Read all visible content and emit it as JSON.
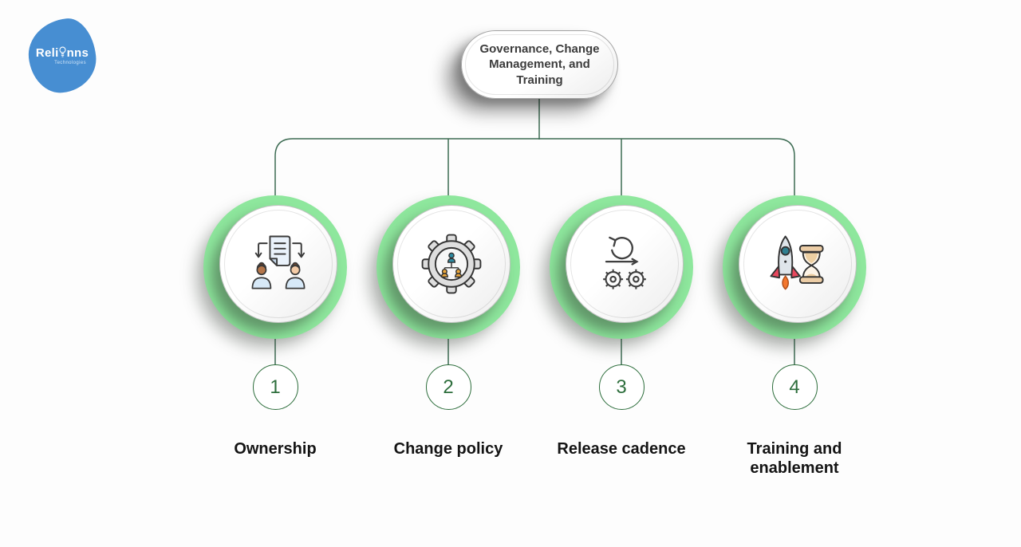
{
  "logo": {
    "brand_prefix": "Reli",
    "brand_suffix": "nns",
    "subtitle": "Technologies",
    "blob_color": "#478ed2",
    "icon": "lightbulb-icon"
  },
  "root": {
    "title": "Governance, Change Management, and Training"
  },
  "branches": [
    {
      "number": "1",
      "label": "Ownership",
      "icon": "document-handover-icon"
    },
    {
      "number": "2",
      "label": "Change policy",
      "icon": "gear-org-chart-icon"
    },
    {
      "number": "3",
      "label": "Release cadence",
      "icon": "sprint-loop-gears-icon"
    },
    {
      "number": "4",
      "label": "Training and enablement",
      "icon": "rocket-hourglass-icon"
    }
  ],
  "colors": {
    "ring_green": "#8ee79d",
    "connector_green": "#3c6b52",
    "number_green": "#2d6e3c",
    "label_text": "#141414",
    "root_text": "#3c3c3c"
  }
}
